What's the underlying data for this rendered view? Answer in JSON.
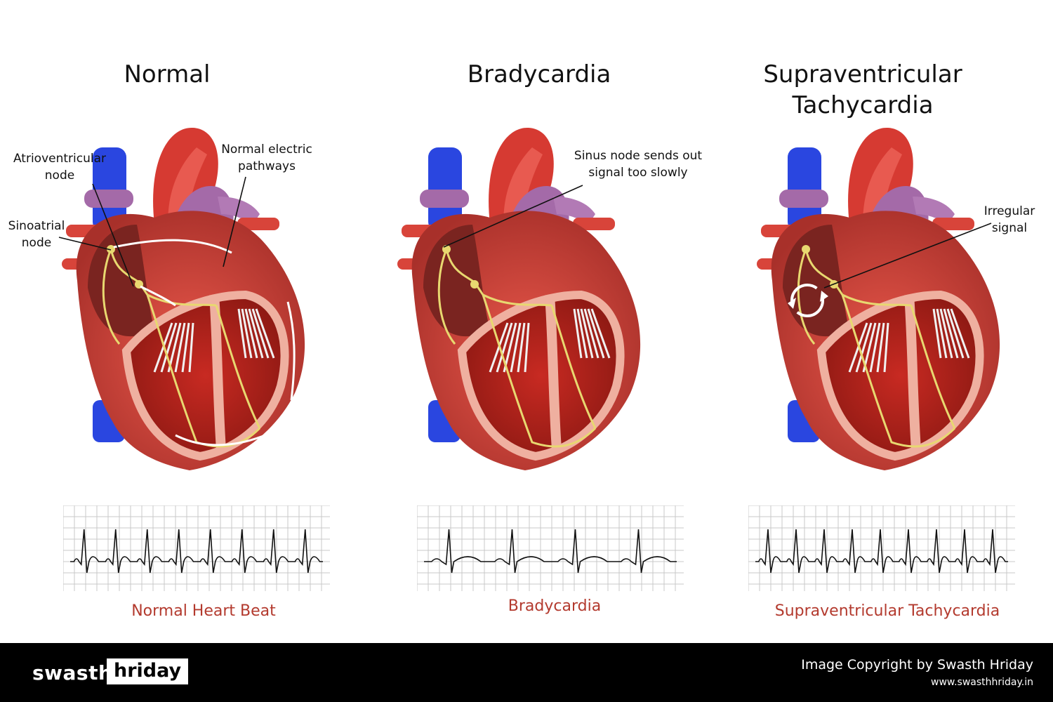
{
  "panels": [
    {
      "title": [
        "Normal"
      ],
      "caption": "Normal Heart Beat",
      "labels": [
        [
          "Atrioventricular",
          "node"
        ],
        [
          "Normal electric",
          "pathways"
        ],
        [
          "Sinoatrial",
          "node"
        ]
      ]
    },
    {
      "title": [
        "Bradycardia"
      ],
      "caption": "Bradycardia",
      "labels": [
        [
          "Sinus node sends out",
          "signal too slowly"
        ]
      ]
    },
    {
      "title": [
        "Supraventricular",
        "Tachycardia"
      ],
      "caption": "Supraventricular Tachycardia",
      "labels": [
        [
          "Irregular",
          "signal"
        ]
      ]
    }
  ],
  "ecg": {
    "normal_beats": 8,
    "brady_beats": 4,
    "svt_beats": 9
  },
  "footer": {
    "logo_part1": "swasth",
    "logo_part2": "hriday",
    "copyright": "Image Copyright by Swasth Hriday",
    "website": "www.swasthhriday.in"
  },
  "colors": {
    "caption": "#b33a2e",
    "heart_red": "#d8443a",
    "vein_blue": "#2a46e0",
    "vessel_purple": "#a46aa8",
    "conduction": "#e8d870"
  }
}
